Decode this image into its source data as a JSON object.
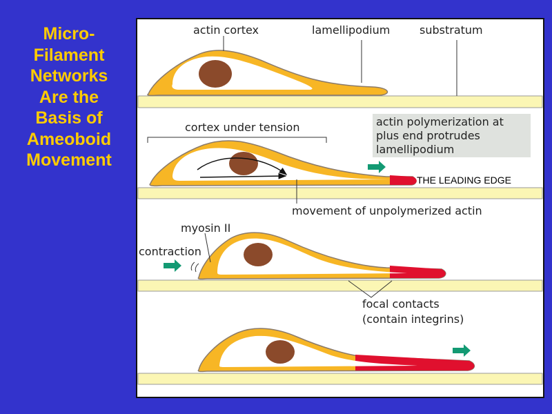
{
  "slide_title": [
    "Micro-",
    "Filament",
    "Networks",
    "Are the",
    "Basis of",
    "Ameoboid",
    "Movement"
  ],
  "diagram": {
    "labels": {
      "actin_cortex": "actin cortex",
      "lamellipodium": "lamellipodium",
      "substratum": "substratum",
      "cortex_under_tension": "cortex under tension",
      "polymerization": [
        "actin polymerization at",
        "plus end protrudes",
        "lamellipodium"
      ],
      "leading_edge": "THE  LEADING EDGE",
      "movement": "movement of unpolymerized actin",
      "myosin": "myosin II",
      "contraction": "contraction",
      "focal_contacts": [
        "focal contacts",
        "(contain integrins)"
      ]
    },
    "colors": {
      "background": "#3333cc",
      "title": "#ffcc00",
      "cortex": "#f7b625",
      "nucleus": "#8b4a2b",
      "polymerized_actin": "#e0102e",
      "substratum": "#fbf6b4",
      "arrow": "#139a73",
      "note_box": "#dfe2de"
    }
  }
}
